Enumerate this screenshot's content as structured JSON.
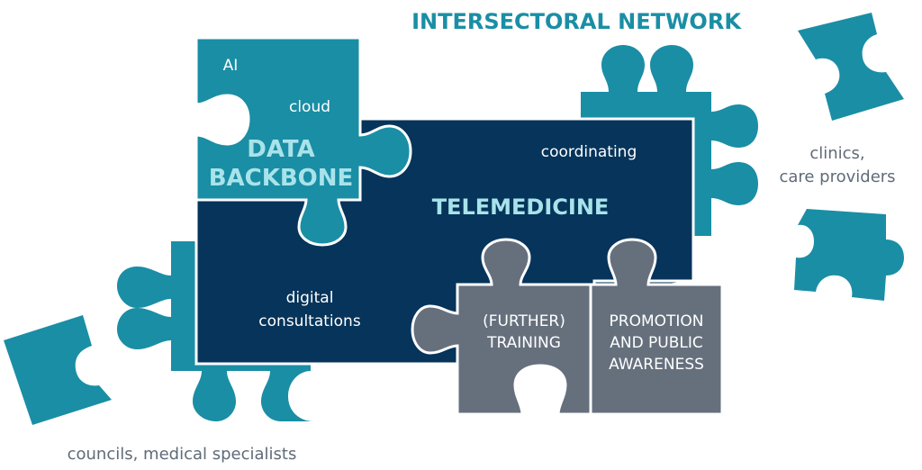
{
  "title": "INTERSECTORAL NETWORK",
  "colors": {
    "teal": "#1a8ea5",
    "navy": "#06345a",
    "slate": "#66707d",
    "light_text": "#a9e3ea",
    "grey_text": "#5f6b78"
  },
  "pieces": {
    "telemedicine": {
      "label": "TELEMEDICINE",
      "notes": [
        "coordinating",
        "digital",
        "consultations"
      ]
    },
    "data_backbone": {
      "label_lines": [
        "DATA",
        "BACKBONE"
      ],
      "notes": [
        "AI",
        "cloud"
      ]
    },
    "training": {
      "label_lines": [
        "(FURTHER)",
        "TRAINING"
      ]
    },
    "promotion": {
      "label_lines": [
        "PROMOTION",
        "AND PUBLIC",
        "AWARENESS"
      ]
    }
  },
  "captions": {
    "right": [
      "clinics,",
      "care providers"
    ],
    "bottom_left": "councils, medical specialists"
  }
}
